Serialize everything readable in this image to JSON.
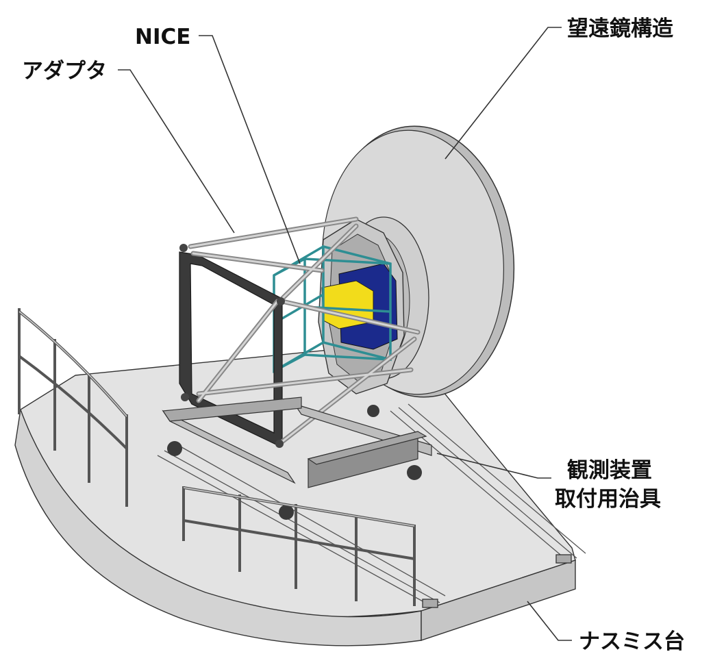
{
  "callouts": {
    "telescope_structure": "望遠鏡構造",
    "nice": "NICE",
    "adapter": "アダプタ",
    "mounting_jig_line1": "観測装置",
    "mounting_jig_line2": "取付用治具",
    "nasmyth_platform": "ナスミス台"
  },
  "colors": {
    "line": "#333333",
    "disk": "#d9d9d9",
    "floor": "#e3e3e3",
    "frame_dark": "#3a3a3a",
    "nice_frame": "#2e8e93",
    "detector_blue": "#1b2a8c",
    "detector_yellow": "#f2dc1b",
    "rail": "#9a9a9a"
  }
}
